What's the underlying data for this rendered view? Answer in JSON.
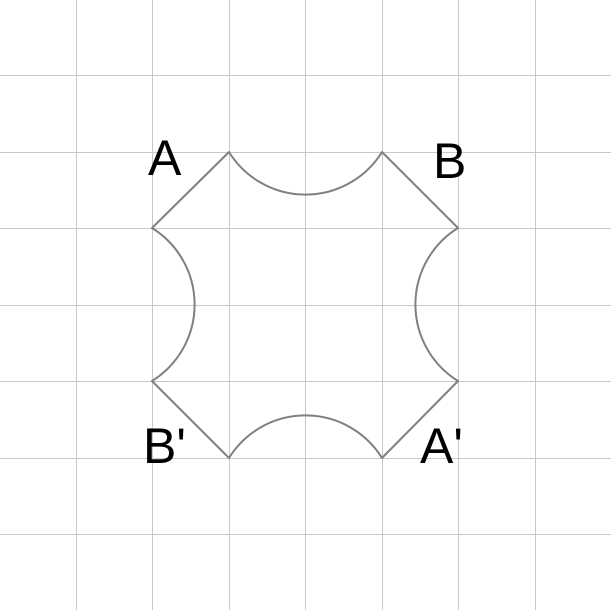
{
  "labels": {
    "a": "A",
    "b": "B",
    "a_prime": "A'",
    "b_prime": "B'"
  },
  "colors": {
    "grid": "#c8c8c8",
    "outline": "#808080",
    "text": "#000000",
    "background": "#ffffff"
  }
}
